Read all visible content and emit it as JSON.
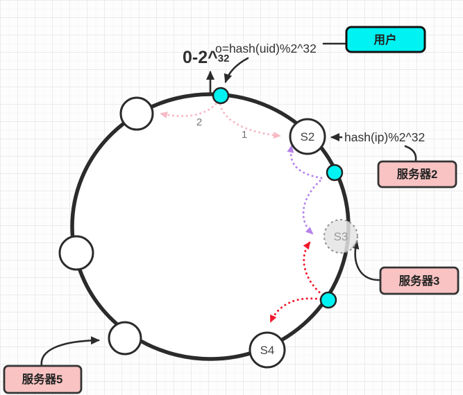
{
  "colors": {
    "cyan": "#00f2f2",
    "pink_box": "#f9c3c3",
    "ring": "#2b2b2b",
    "red": "#f1182b",
    "purple": "#b583ea",
    "pink_path": "#f7b9c5"
  },
  "labels": {
    "range_prefix": "0-2^",
    "range_sup": "32",
    "user_hash": "o=hash(uid)%2^32",
    "server_hash": "hash(ip)%2^32",
    "step_1": "1",
    "step_2": "2"
  },
  "nodes": {
    "s2": "S2",
    "s3": "S3",
    "s4": "S4"
  },
  "boxes": {
    "user": "用户",
    "server2": "服务器2",
    "server3": "服务器3",
    "server5": "服务器5"
  }
}
